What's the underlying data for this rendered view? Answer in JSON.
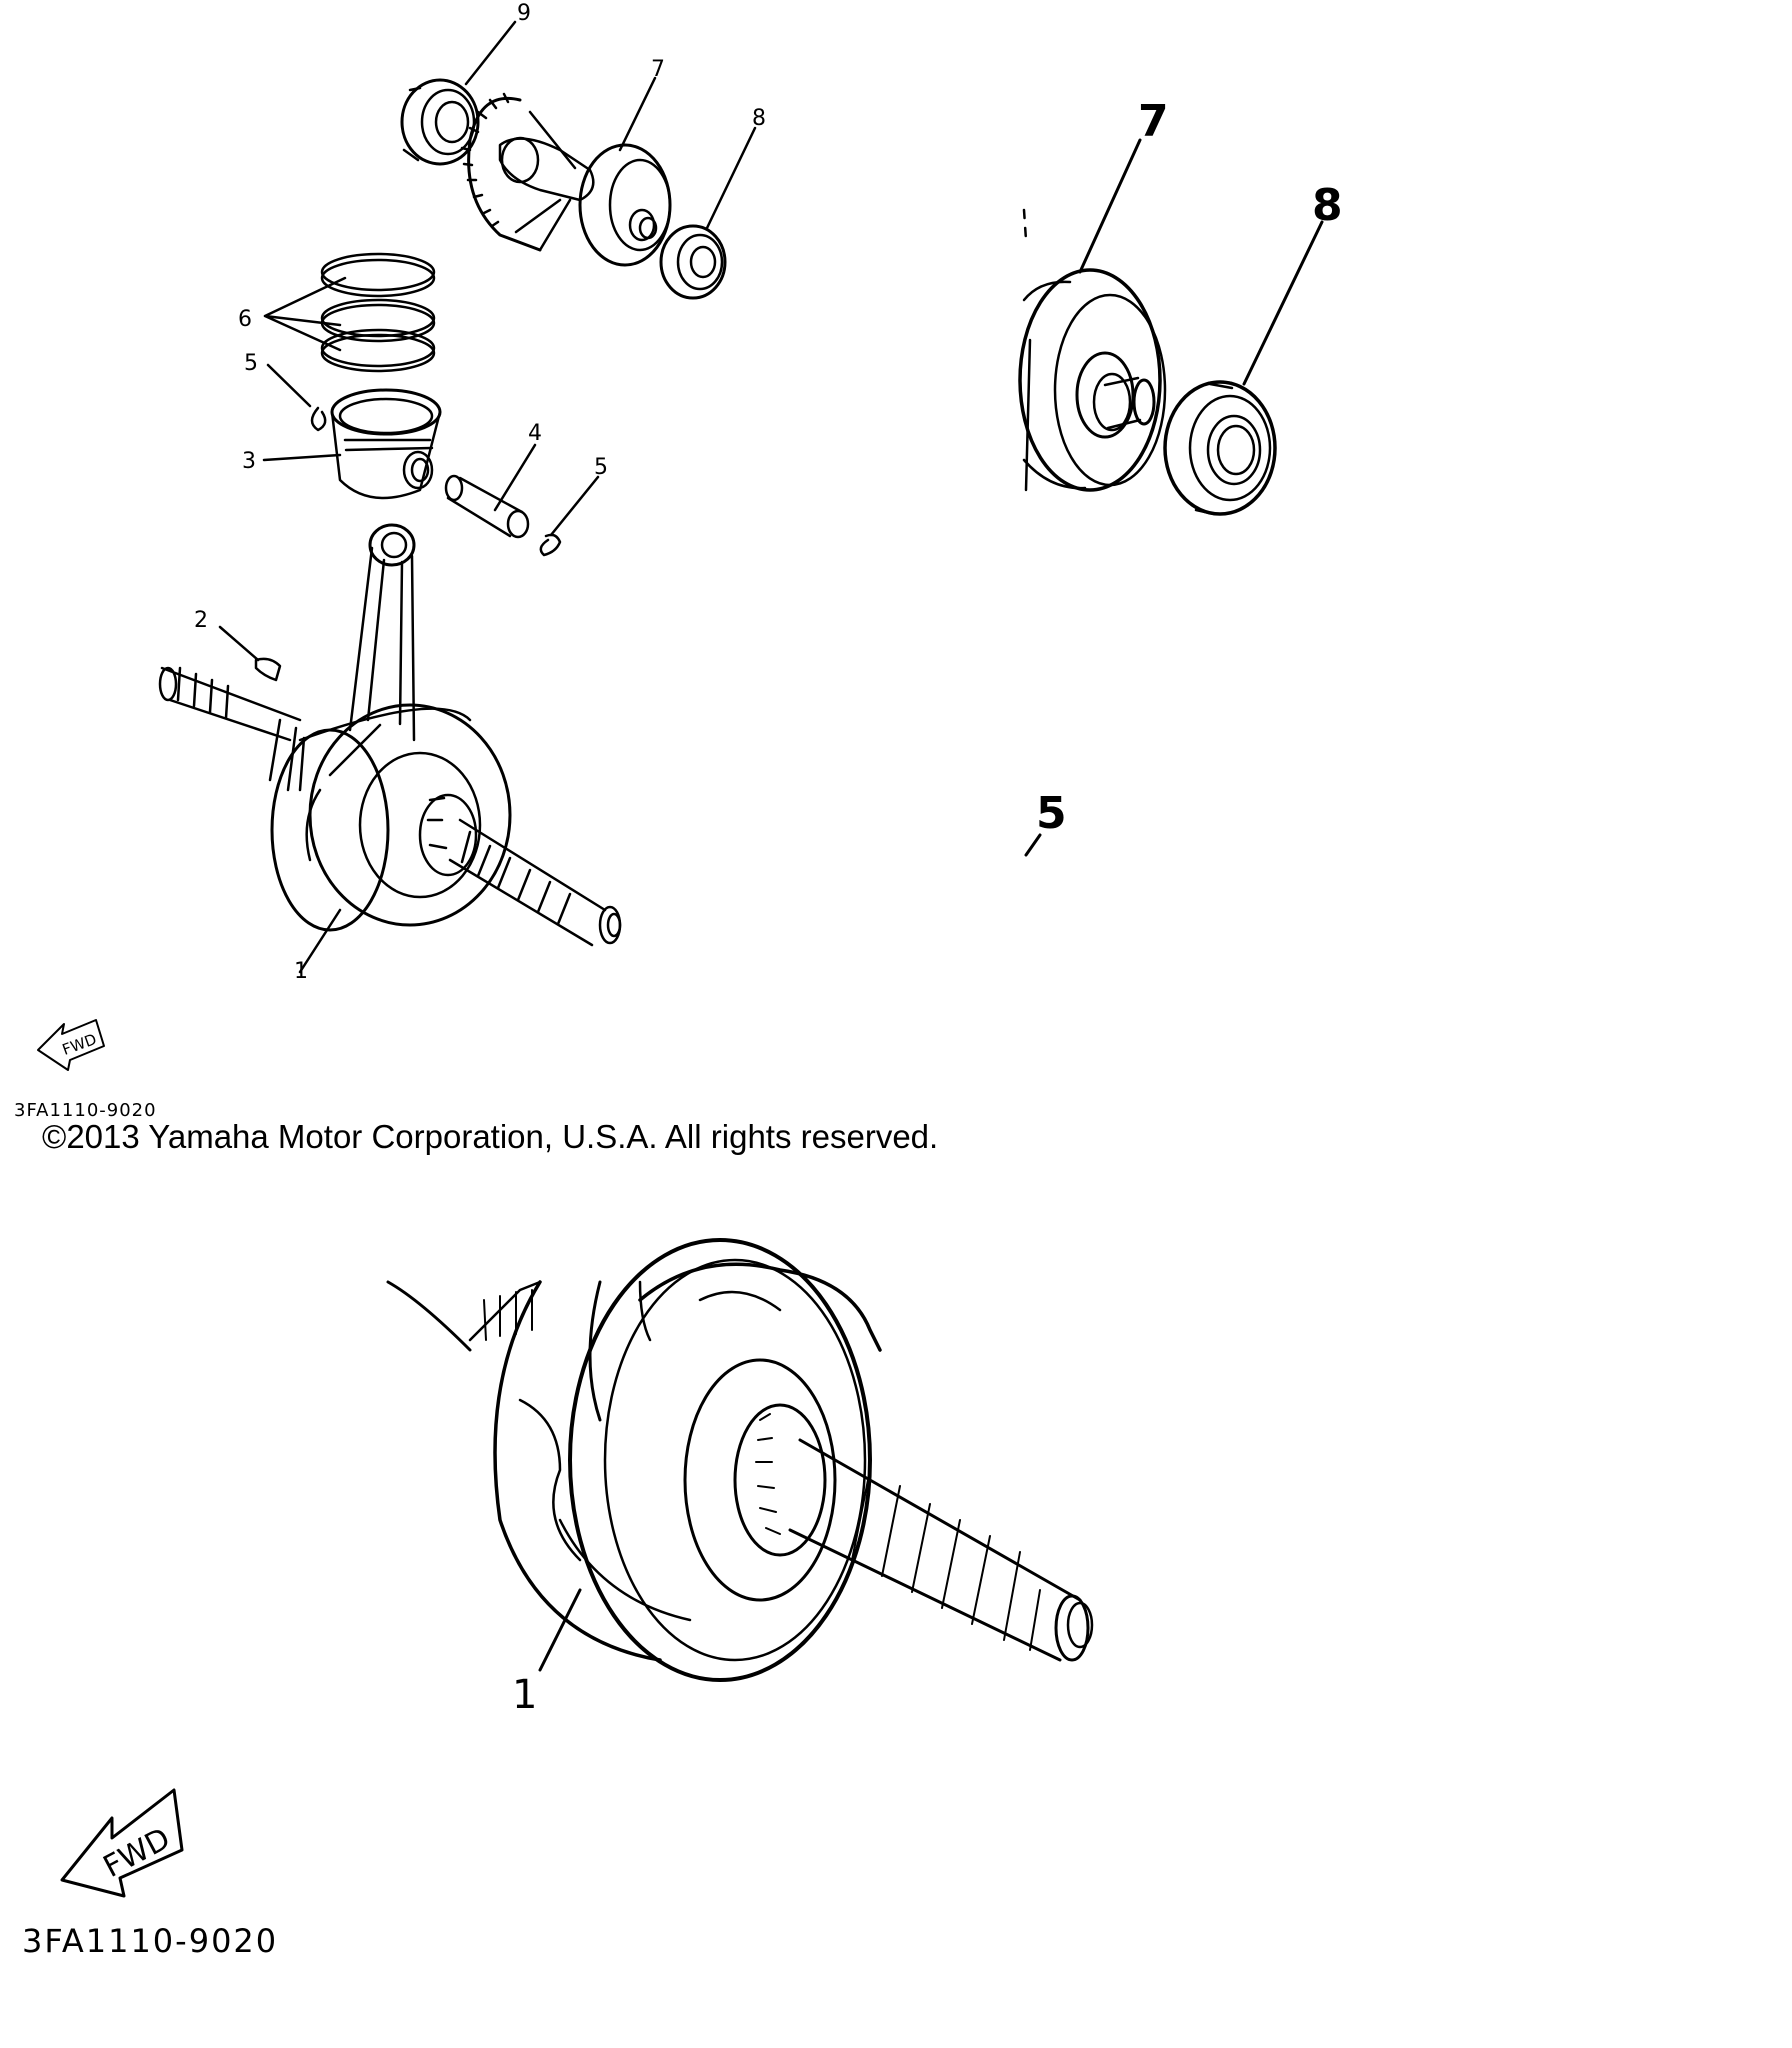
{
  "overview": {
    "callouts": [
      "9",
      "7",
      "8",
      "6",
      "5",
      "3",
      "4",
      "5",
      "2",
      "1"
    ],
    "fwd_label": "FWD",
    "part_code": "3FA1110-9020"
  },
  "copyright": "©2013 Yamaha Motor Corporation, U.S.A. All rights reserved.",
  "detail_bearing": {
    "callouts": [
      "7",
      "8",
      "5"
    ]
  },
  "detail_crankshaft": {
    "callouts": [
      "1"
    ],
    "fwd_label": "FWD",
    "part_code": "3FA1110-9020"
  },
  "colors": {
    "ink": "#000000",
    "paper": "#ffffff"
  }
}
